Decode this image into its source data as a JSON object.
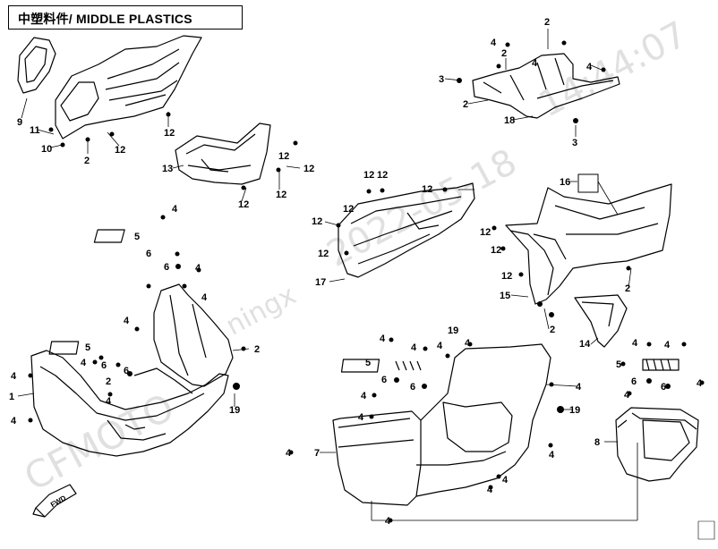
{
  "header": {
    "title": "中塑料件/ MIDDLE PLASTICS"
  },
  "watermarks": {
    "date": "2022-05-18",
    "time": "14:44:07",
    "vendor": "CFMOTO",
    "user": "ningx"
  },
  "fwd_label": "FWD",
  "callouts": {
    "c1": "1",
    "c2": "2",
    "c3": "3",
    "c4": "4",
    "c5": "5",
    "c6": "6",
    "c7": "7",
    "c8": "8",
    "c9": "9",
    "c10": "10",
    "c11": "11",
    "c12": "12",
    "c13": "13",
    "c14": "14",
    "c15": "15",
    "c16": "16",
    "c17": "17",
    "c18": "18",
    "c19": "19"
  },
  "colors": {
    "line": "#000000",
    "watermark": "#c8c8c8",
    "background": "#ffffff"
  }
}
